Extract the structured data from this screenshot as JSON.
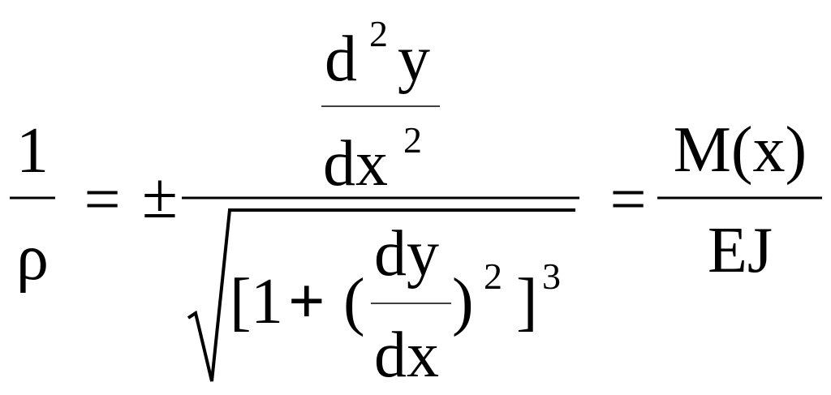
{
  "formula": {
    "left": {
      "numerator": "1",
      "denominator": "ρ"
    },
    "equals": "=",
    "plus_minus": "±",
    "middle": {
      "numerator": {
        "top": {
          "base": "d",
          "exp": "2",
          "var": "y"
        },
        "bottom": {
          "base": "dx",
          "exp": "2"
        }
      },
      "denominator": {
        "open_bracket": "[",
        "one": "1",
        "plus": "+",
        "open_paren": "(",
        "inner_num": "dy",
        "inner_den": "dx",
        "close_paren": ")",
        "paren_exp": "2",
        "close_bracket": "]",
        "bracket_exp": "3"
      }
    },
    "right": {
      "numerator": "M(x)",
      "denominator": "EJ"
    }
  }
}
